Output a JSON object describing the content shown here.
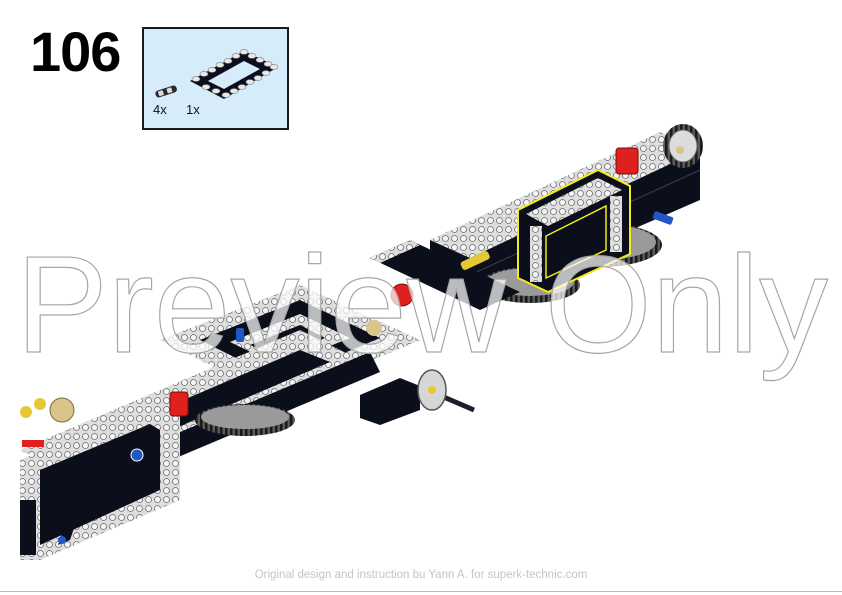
{
  "step": {
    "number": "106"
  },
  "parts_list": {
    "background": "#d6ecfb",
    "items": [
      {
        "part": "pin-connector",
        "qty": "4x"
      },
      {
        "part": "open-frame-5x7",
        "qty": "1x"
      }
    ]
  },
  "model": {
    "description": "Technic chassis assembly with highlighted 5x7 open frame",
    "colors": {
      "beam": "#0b0f1c",
      "beam_face": "#e6e6e6",
      "highlight": "#f5ea1a",
      "red_part": "#e0201c",
      "blue_pin": "#1f57c4",
      "tan_gear": "#d9c48a",
      "grey": "#b5b5b5"
    }
  },
  "watermark": {
    "text": "Preview Only"
  },
  "footer": {
    "credit": "Original design and instruction bu Yann A. for superk-technic.com"
  }
}
